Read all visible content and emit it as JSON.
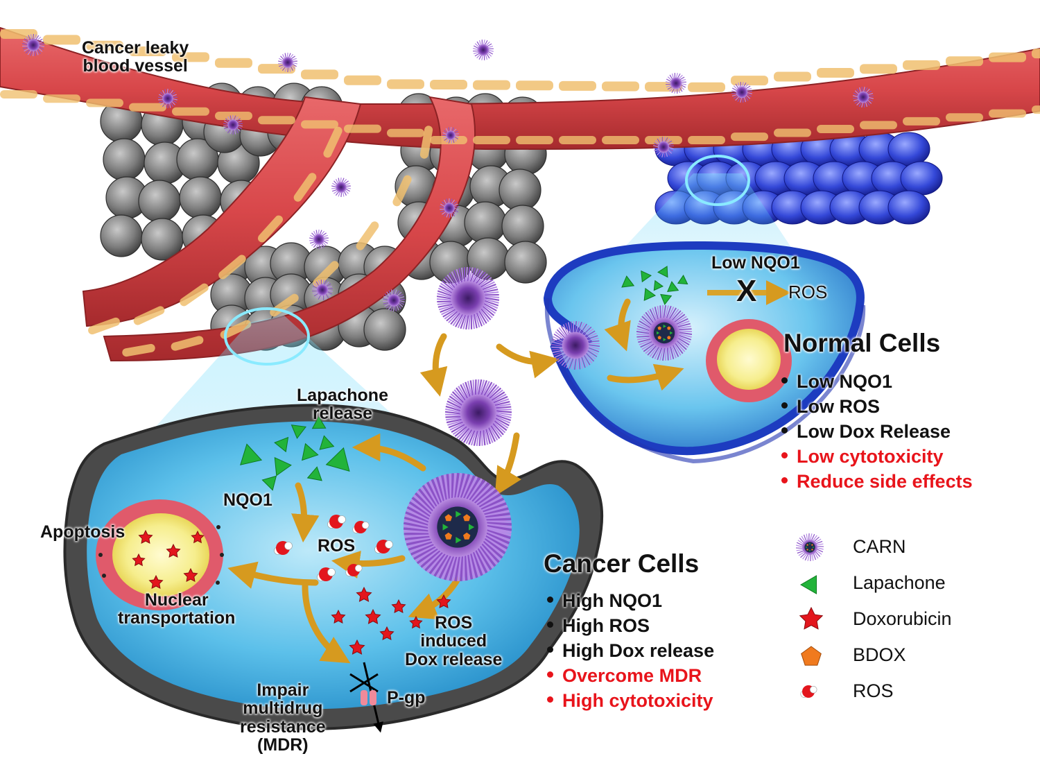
{
  "labels": {
    "vessel": [
      "Cancer leaky",
      "blood vessel"
    ],
    "low_nqo1_top": "Low NQO1",
    "ros_top": "ROS",
    "lapachone_release": [
      "Lapachone",
      "release"
    ],
    "nqo1": "NQO1",
    "apoptosis": "Apoptosis",
    "ros_mid": "ROS",
    "nuclear": [
      "Nuclear",
      "transportation"
    ],
    "ros_induced": [
      "ROS",
      "induced",
      "Dox release"
    ],
    "impair": [
      "Impair",
      "multidrug",
      "resistance",
      "(MDR)"
    ],
    "pgp": "P-gp",
    "block_mark": "X"
  },
  "normal_cells": {
    "title": "Normal Cells",
    "items": [
      {
        "text": "Low NQO1",
        "highlight": false
      },
      {
        "text": "Low ROS",
        "highlight": false
      },
      {
        "text": "Low Dox Release",
        "highlight": false
      },
      {
        "text": "Low cytotoxicity",
        "highlight": true
      },
      {
        "text": "Reduce side effects",
        "highlight": true
      }
    ]
  },
  "cancer_cells": {
    "title": "Cancer Cells",
    "items": [
      {
        "text": "High NQO1",
        "highlight": false
      },
      {
        "text": "High ROS",
        "highlight": false
      },
      {
        "text": "High Dox release",
        "highlight": false
      },
      {
        "text": "Overcome MDR",
        "highlight": true
      },
      {
        "text": "High cytotoxicity",
        "highlight": true
      }
    ]
  },
  "legend": [
    {
      "icon": "carn-nanoparticle-icon",
      "label": "CARN"
    },
    {
      "icon": "lapachone-triangle-icon",
      "label": "Lapachone"
    },
    {
      "icon": "doxorubicin-star-icon",
      "label": "Doxorubicin"
    },
    {
      "icon": "bdox-pentagon-icon",
      "label": "BDOX"
    },
    {
      "icon": "ros-molecule-icon",
      "label": "ROS"
    }
  ],
  "colors": {
    "vessel": "#d8474a",
    "vessel_dark": "#a62a2d",
    "endothelium": "#f0c070",
    "tumor_cell": "#7a7a7a",
    "normal_cell": "#3a4fd8",
    "cytoplasm": "#4fb8e6",
    "carn": "#7a3fb0",
    "lapachone": "#22b33a",
    "doxorubicin": "#e3161d",
    "bdox": "#f07a1e",
    "arrow": "#e8b22c",
    "highlight_text": "#e8141b"
  }
}
